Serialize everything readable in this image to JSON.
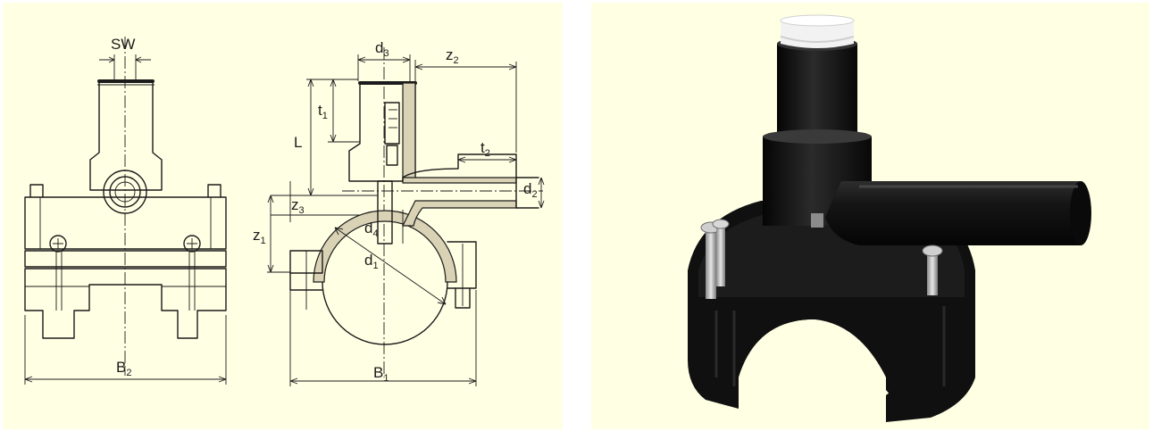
{
  "drawing": {
    "labels": {
      "sw": "SW",
      "b2": "B",
      "b2_sub": "2",
      "b1": "B",
      "b1_sub": "1",
      "d3": "d",
      "d3_sub": "3",
      "z2": "z",
      "z2_sub": "2",
      "t1": "t",
      "t1_sub": "1",
      "l": "L",
      "t2": "t",
      "t2_sub": "2",
      "d2": "d",
      "d2_sub": "2",
      "z3": "z",
      "z3_sub": "3",
      "z1": "z",
      "z1_sub": "1",
      "d4": "d",
      "d4_sub": "4",
      "d1": "d",
      "d1_sub": "1"
    }
  },
  "colors": {
    "panel_background": "#ffffe4",
    "line": "#1b1b1b",
    "fitting_body": "#161616",
    "cap": "#f2f2f2"
  },
  "icons": [
    "electrofusion-tapping-tee-photo"
  ]
}
